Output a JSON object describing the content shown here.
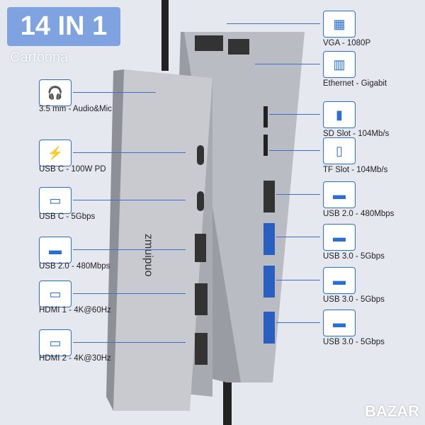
{
  "badge": "14 IN 1",
  "watermark": "Cartoona",
  "site_watermark": "BAZAR",
  "device": {
    "brand": "zmuipuo"
  },
  "left": [
    {
      "icon": "headphone-icon",
      "glyph": "🎧",
      "label": "3.5 mm - Audio&Mic"
    },
    {
      "icon": "lightning-icon",
      "glyph": "⚡",
      "label": "USB C - 100W PD"
    },
    {
      "icon": "usb-c-icon",
      "glyph": "▭",
      "label": "USB C - 5Gbps"
    },
    {
      "icon": "usb-a-icon",
      "glyph": "▬",
      "label": "USB 2.0 - 480Mbps"
    },
    {
      "icon": "hdmi-icon",
      "glyph": "▭",
      "label": "HDMI 1 - 4K@60Hz"
    },
    {
      "icon": "hdmi-icon",
      "glyph": "▭",
      "label": "HDMI 2 - 4K@30Hz"
    }
  ],
  "right": [
    {
      "icon": "vga-icon",
      "glyph": "▦",
      "label": "VGA - 1080P"
    },
    {
      "icon": "ethernet-icon",
      "glyph": "▥",
      "label": "Ethernet - Gigabit"
    },
    {
      "icon": "sd-card-icon",
      "glyph": "▮",
      "label": "SD Slot - 104Mb/s"
    },
    {
      "icon": "tf-card-icon",
      "glyph": "▯",
      "label": "TF Slot - 104Mb/s"
    },
    {
      "icon": "usb-a-icon",
      "glyph": "▬",
      "label": "USB 2.0 - 480Mbps"
    },
    {
      "icon": "usb-a-icon",
      "glyph": "▬",
      "label": "USB 3.0 - 5Gbps"
    },
    {
      "icon": "usb-a-icon",
      "glyph": "▬",
      "label": "USB 3.0 - 5Gbps"
    },
    {
      "icon": "usb-a-icon",
      "glyph": "▬",
      "label": "USB 3.0 - 5Gbps"
    }
  ]
}
